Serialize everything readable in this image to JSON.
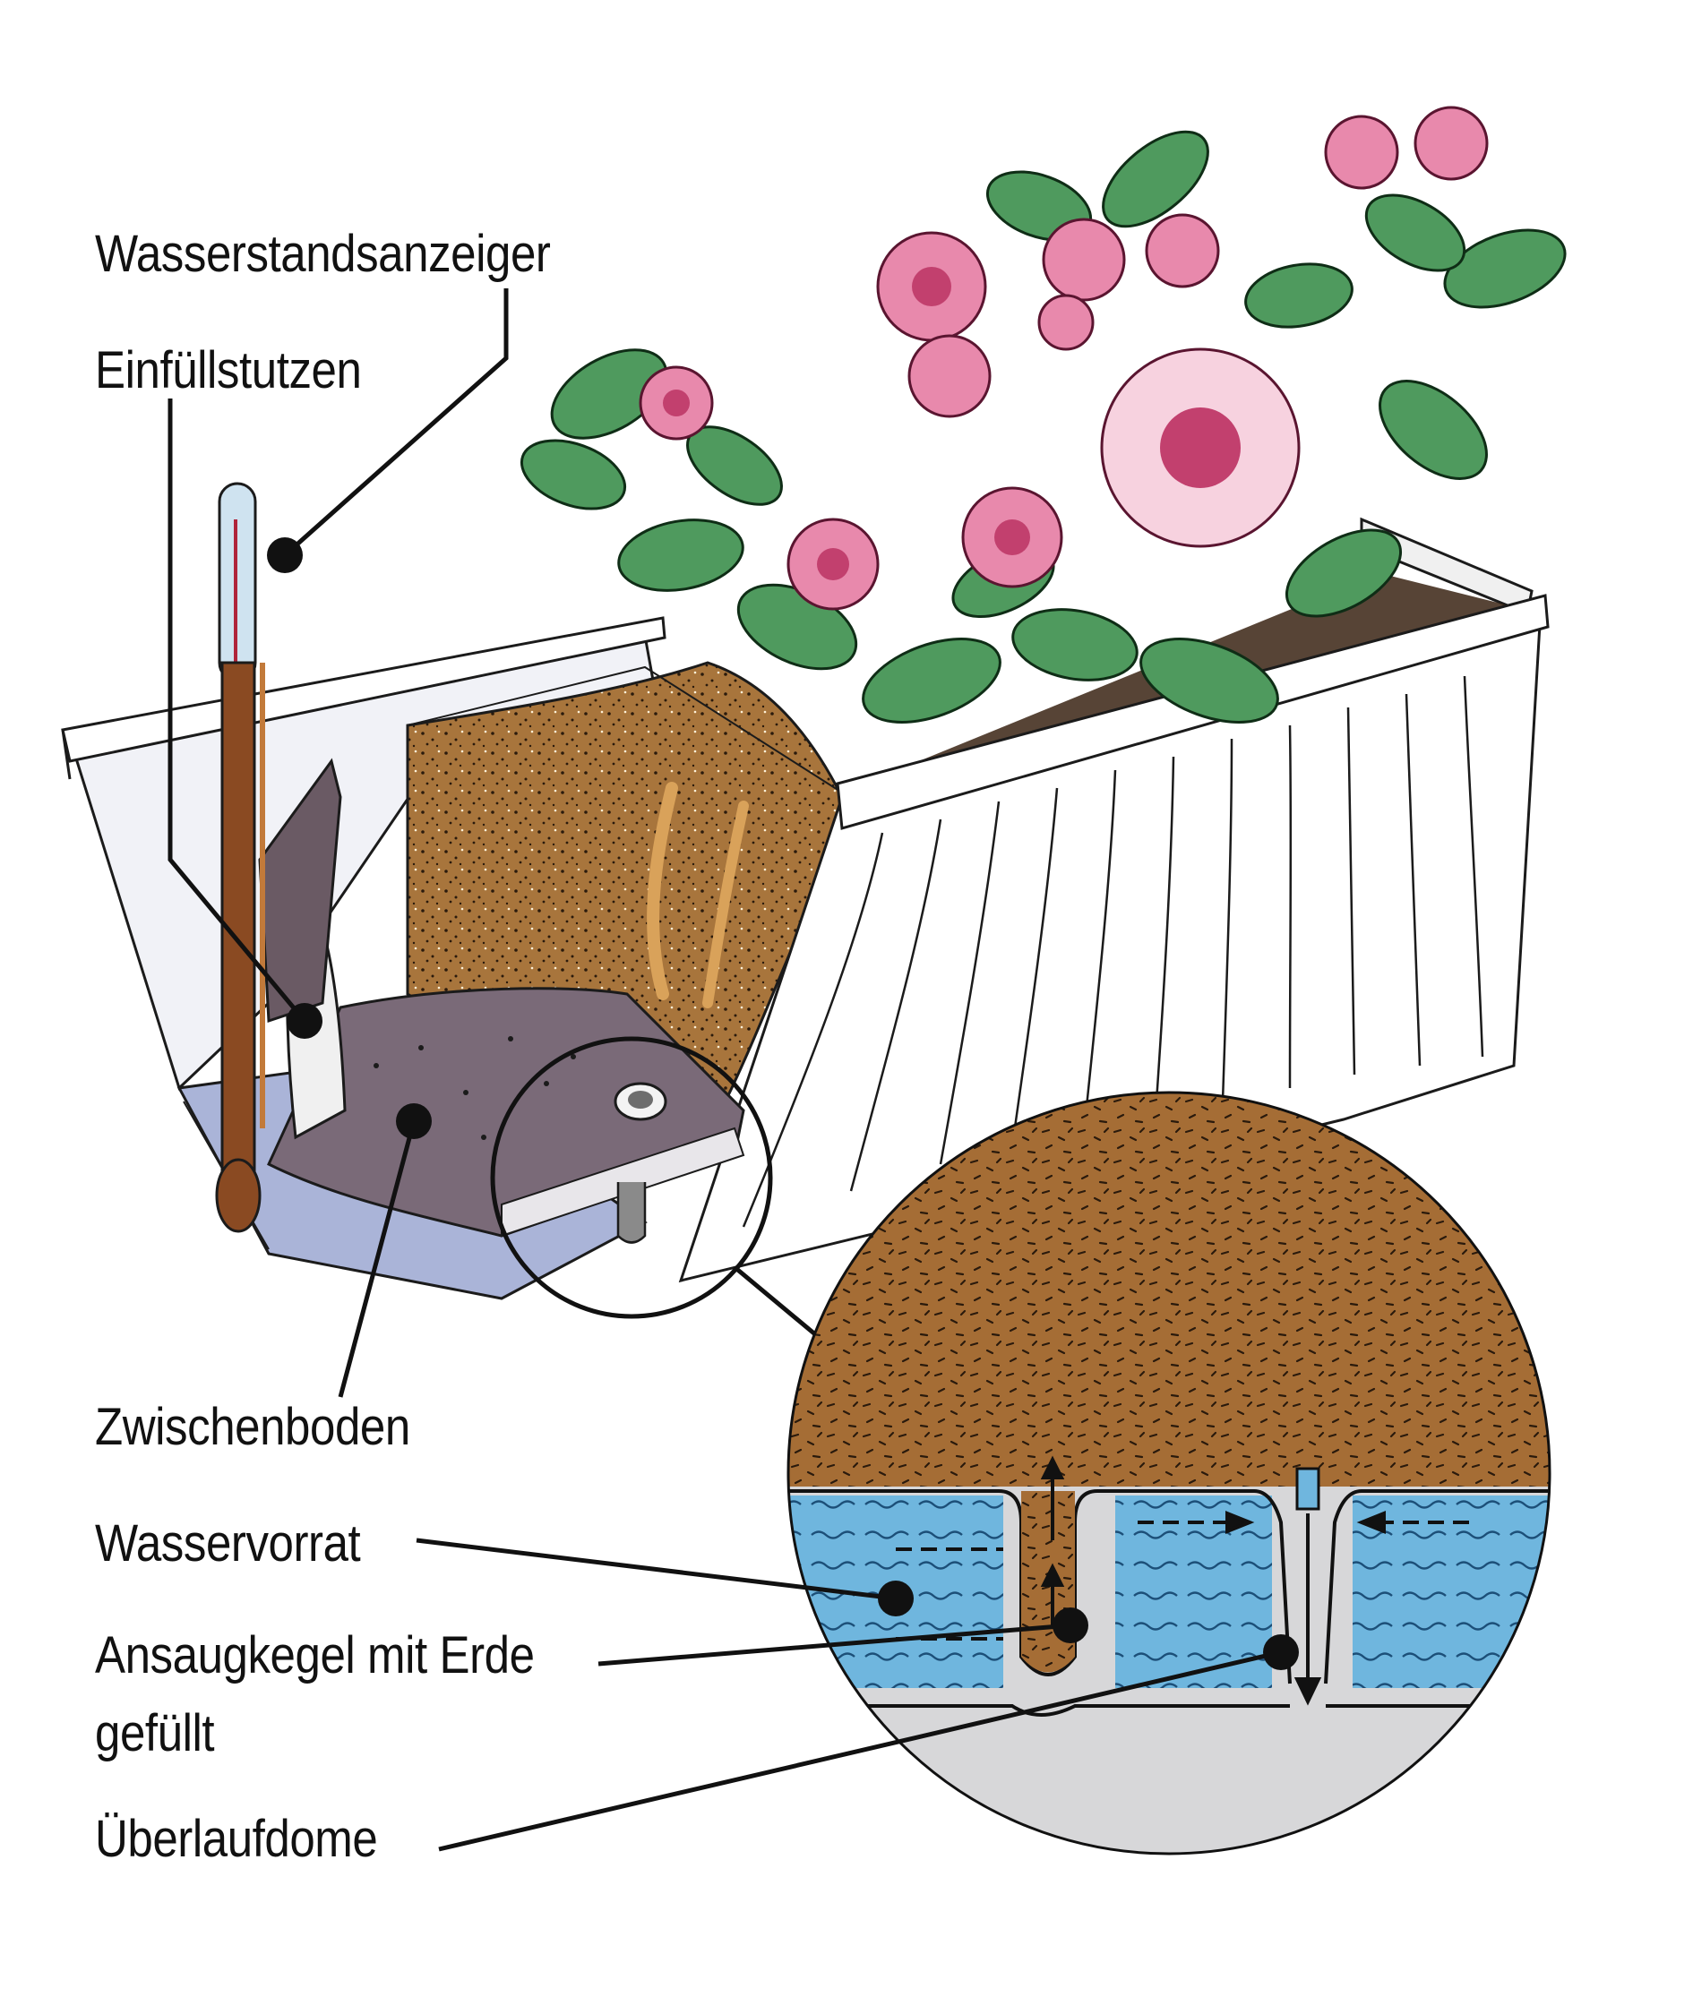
{
  "labels": {
    "wasserstandsanzeiger": "Wasserstandsanzeiger",
    "einfuellstutzen": "Einfüllstutzen",
    "zwischenboden": "Zwischenboden",
    "wasservorrat": "Wasservorrat",
    "ansaugkegel": "Ansaugkegel mit Erde\ngefüllt",
    "ueberlaufdome": "Überlaufdome"
  },
  "colors": {
    "soil": "#a8753c",
    "water": "#6fb6de",
    "water_reservoir": "#aab4d8",
    "leaf": "#4f9a5e",
    "flower": "#e889ac",
    "box": "#ffffff",
    "insert": "#7a6a78",
    "line": "#111111"
  },
  "icons": [
    "water-level-indicator-icon",
    "filling-tube-icon",
    "flower-box-icon",
    "azalea-plant-icon",
    "magnifier-circle-icon",
    "flow-arrow-icon"
  ]
}
